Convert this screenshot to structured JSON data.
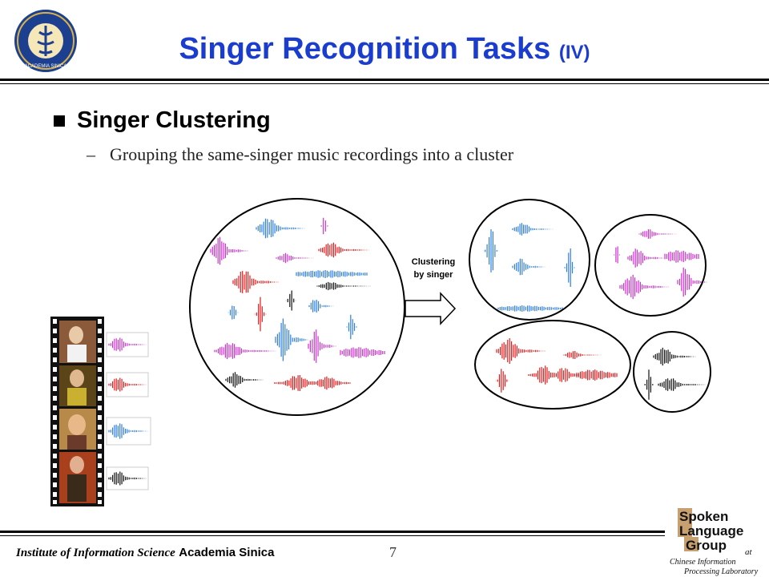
{
  "title": {
    "main": "Singer Recognition Tasks",
    "suffix": "(IV)"
  },
  "bullet": {
    "heading": "Singer Clustering",
    "dash": "–",
    "text": "Grouping the same-singer music recordings into a cluster"
  },
  "figure": {
    "arrow_label_line1": "Clustering",
    "arrow_label_line2": "by singer"
  },
  "footer": {
    "institute": "Institute of Information Science",
    "academia": "Academia Sinica",
    "page": "7"
  },
  "logo": {
    "academia_seal_text": "ACADEMIA SINICA",
    "slg_line1": "Spoken",
    "slg_line2": "Language",
    "slg_line3": "Group",
    "slg_at": "at",
    "slg_lab1": "Chinese Information",
    "slg_lab2": "Processing Laboratory"
  },
  "colors": {
    "title": "#1a3ccf",
    "magenta": "#cc33cc",
    "red": "#e31b1b",
    "blue": "#2f7ee0",
    "black": "#111111"
  }
}
